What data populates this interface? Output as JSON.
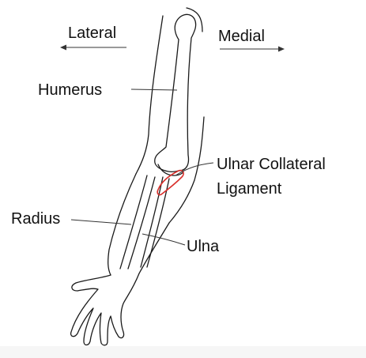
{
  "direction_labels": {
    "lateral": "Lateral",
    "medial": "Medial"
  },
  "structure_labels": {
    "humerus": "Humerus",
    "ulnar_collateral_line1": "Ulnar Collateral",
    "ulnar_collateral_line2": "Ligament",
    "radius": "Radius",
    "ulna": "Ulna"
  },
  "colors": {
    "ligament_highlight": "#d9302c",
    "outline": "#1a1a1a"
  },
  "icons": [
    "lateral-arrow-icon",
    "medial-arrow-icon"
  ]
}
